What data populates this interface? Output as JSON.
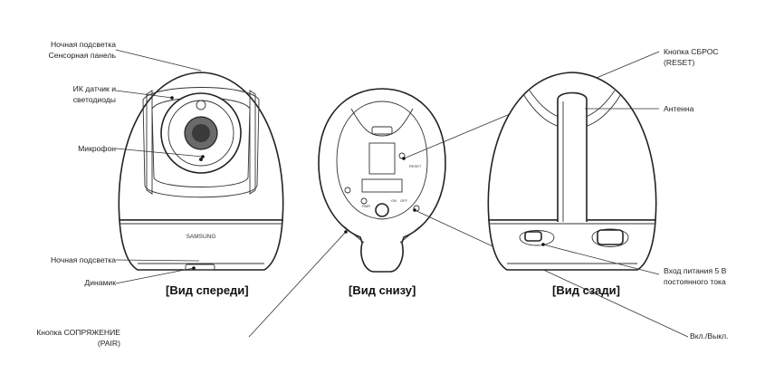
{
  "labels": {
    "night_light_top": "Ночная подсветка",
    "touch_panel": "Сенсорная панель",
    "ir_sensor_1": "ИК датчик и",
    "ir_sensor_2": "светодиоды",
    "microphone": "Микрофон",
    "night_light_bottom": "Ночная подсветка",
    "speaker": "Динамик",
    "pair_1": "Кнопка СОПРЯЖЕНИЕ",
    "pair_2": "(PAIR)",
    "reset_1": "Кнопка СБРОС",
    "reset_2": "(RESET)",
    "antenna": "Антенна",
    "power_1": "Вход питания 5 В",
    "power_2": "постоянного тока",
    "onoff": "Вкл./Выкл."
  },
  "captions": {
    "front": "[Вид спереди]",
    "bottom": "[Вид снизу]",
    "rear": "[Вид сзади]"
  },
  "device_marks": {
    "brand": "SAMSUNG",
    "reset_mark": "RESET",
    "pair_mark": "PAIR",
    "on_mark": "ON",
    "off_mark": "OFF"
  },
  "colors": {
    "line": "#333333",
    "outline": "#222222",
    "background": "#ffffff"
  }
}
